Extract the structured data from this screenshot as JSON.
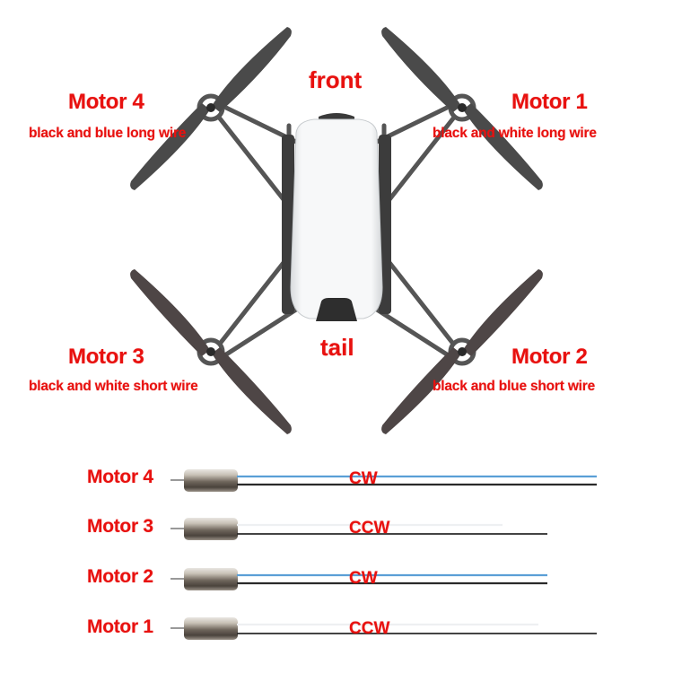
{
  "diagram": {
    "orientation": {
      "front_label": "front",
      "tail_label": "tail"
    },
    "drone_motors": [
      {
        "id": "motor_4",
        "position": "front-left",
        "title": "Motor 4",
        "wire": "black and blue long wire"
      },
      {
        "id": "motor_1",
        "position": "front-right",
        "title": "Motor 1",
        "wire": "black and white long wire"
      },
      {
        "id": "motor_3",
        "position": "rear-left",
        "title": "Motor 3",
        "wire": "black and white short wire"
      },
      {
        "id": "motor_2",
        "position": "rear-right",
        "title": "Motor 2",
        "wire": "black and blue short wire"
      }
    ],
    "motor_list": [
      {
        "label": "Motor 4",
        "rotation": "CW",
        "wire_colors": [
          "blue",
          "black"
        ],
        "wire_length": "long"
      },
      {
        "label": "Motor 3",
        "rotation": "CCW",
        "wire_colors": [
          "white",
          "black"
        ],
        "wire_length": "short"
      },
      {
        "label": "Motor 2",
        "rotation": "CW",
        "wire_colors": [
          "blue",
          "black"
        ],
        "wire_length": "short"
      },
      {
        "label": "Motor 1",
        "rotation": "CCW",
        "wire_colors": [
          "white",
          "black"
        ],
        "wire_length": "long"
      }
    ],
    "colors": {
      "label_red": "#e8110f",
      "propeller": "#4a4a4a",
      "frame": "#555555",
      "body": "#f2f4f5",
      "wire_blue": "#5a9fd6",
      "wire_black": "#2a2a2a",
      "motor_can": "#8a7f72"
    }
  }
}
